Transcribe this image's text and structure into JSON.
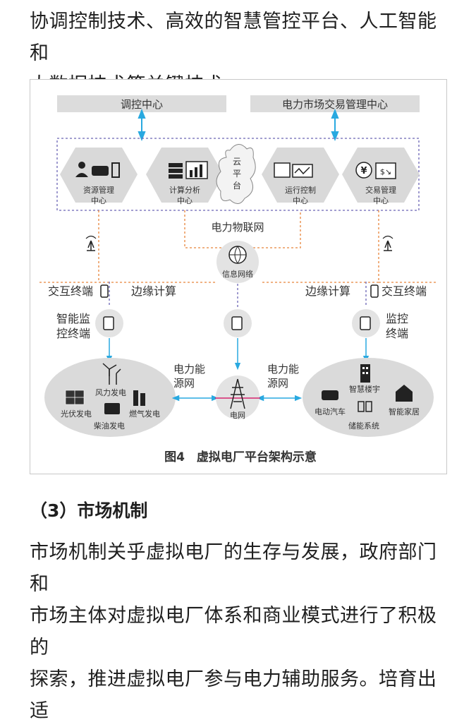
{
  "intro": {
    "line1": "协调控制技术、高效的智慧管控平台、人工智能和",
    "line2": "大数据技术等关键技术。"
  },
  "figure": {
    "top_left_box": "调控中心",
    "top_right_box": "电力市场交易管理中心",
    "centers": [
      {
        "line1": "资源管理",
        "line2": "中心",
        "icon": "person-car-battery-icon"
      },
      {
        "line1": "计算分析",
        "line2": "中心",
        "icon": "server-chart-icon"
      },
      {
        "line1": "运行控制",
        "line2": "中心",
        "icon": "control-monitor-icon"
      },
      {
        "line1": "交易管理",
        "line2": "中心",
        "icon": "yen-trade-icon"
      }
    ],
    "cloud_label": [
      "云",
      "平",
      "台"
    ],
    "iot_label": "电力物联网",
    "info_network": "信息网络",
    "interactive_terminal_left": "交互终端",
    "interactive_terminal_right": "交互终端",
    "edge_left": "边缘计算",
    "edge_right": "边缘计算",
    "monitor_left": [
      "智能监",
      "控终端"
    ],
    "monitor_right": [
      "监控",
      "终端"
    ],
    "energy_net_left": [
      "电力能",
      "源网"
    ],
    "energy_net_right": [
      "电力能",
      "源网"
    ],
    "grid_label": "电网",
    "gen_wind": "风力发电",
    "gen_pv": "光伏发电",
    "gen_gas": "燃气发电",
    "gen_diesel": "柴油发电",
    "load_building": "智慧楼宇",
    "load_ev": "电动汽车",
    "load_home": "智能家居",
    "load_storage": "储能系统",
    "caption": "图4　虚拟电厂平台架构示意",
    "colors": {
      "hex_gray": "#d9d9d9",
      "arrow_blue": "#29a9e0",
      "dashed_orange": "#e8843a",
      "dashed_purple": "#6b63b5",
      "grid_line_pink": "#d6246e"
    }
  },
  "section": {
    "heading": "（3）市场机制"
  },
  "body2": {
    "line1": "市场机制关乎虚拟电厂的生存与发展，政府部门和",
    "line2": "市场主体对虚拟电厂体系和商业模式进行了积极的",
    "line3": "探索，推进虚拟电厂参与电力辅助服务。培育出适"
  }
}
